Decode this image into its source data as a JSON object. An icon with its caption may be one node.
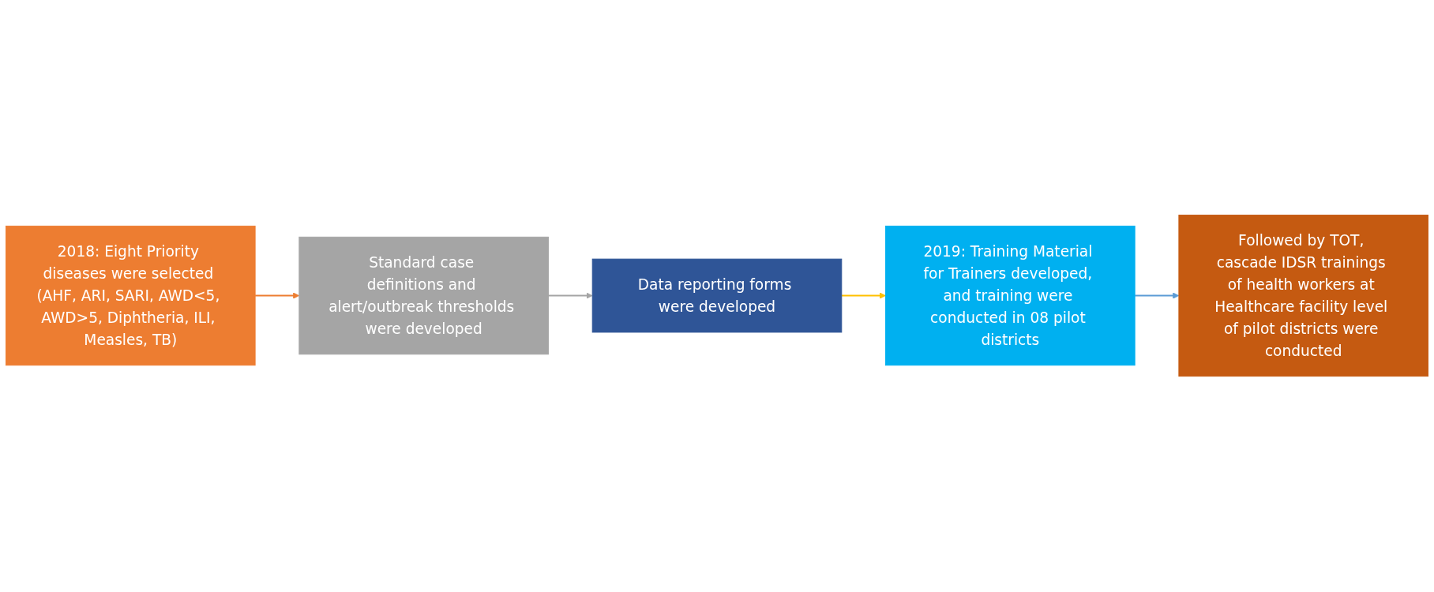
{
  "diagram": {
    "nodes": [
      {
        "text": [
          "2018: Eight Priority diseases were selected (AHF, ARI, SARI, AWD<5, AWD>5, Diphtheria, ILI, Measles, TB)"
        ]
      },
      {
        "text": [
          "Standard case definitions and alert/outbreak thresholds were developed"
        ]
      },
      {
        "text": [
          "Data reporting forms were developed"
        ]
      },
      {
        "text": [
          "2019: Training Material for Trainers developed, and training were conducted in 08 pilot districts"
        ]
      },
      {
        "text": [
          "Followed by TOT, cascade IDSR trainings of health workers at Healthcare facility level of pilot districts were conducted"
        ]
      }
    ],
    "edges": [
      {
        "from": 0,
        "to": 1,
        "arrow": "to",
        "color": "#ed7d31"
      },
      {
        "from": 1,
        "to": 2,
        "arrow": "to",
        "color": "#a5a5a5"
      },
      {
        "from": 2,
        "to": 3,
        "arrow": "to",
        "color": "#ffc000"
      },
      {
        "from": 3,
        "to": 4,
        "arrow": "to",
        "color": "#5b9bd5"
      }
    ]
  }
}
